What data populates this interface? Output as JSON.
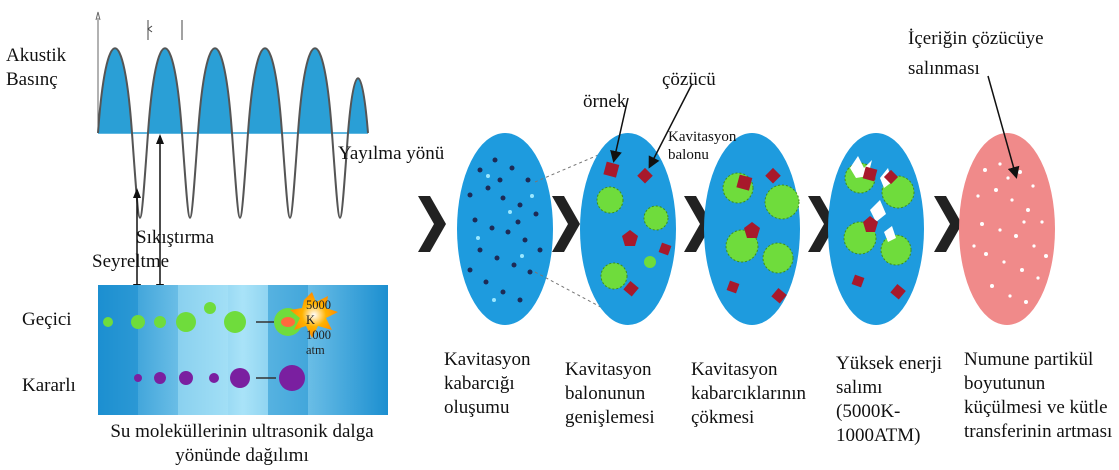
{
  "left_panel": {
    "pressure_label": "Akustik Basınç",
    "compression_label": "Sıkıştırma",
    "rarefaction_label": "Seyreltme",
    "transient_label": "Geçici",
    "stable_label": "Kararlı",
    "temp_burst_text": "5000 K 1000 atm",
    "caption": "Su moleküllerinin ultrasonik dalga yönünde dağılımı"
  },
  "propagation_label": "Yayılma yönü",
  "annotations": {
    "sample": "örnek",
    "solvent": "çözücü",
    "bubble": "Kavitasyon balonu",
    "release": "İçeriğin çözücüye salınması"
  },
  "stages": [
    {
      "caption": "Kavitasyon kabarcığı oluşumu"
    },
    {
      "caption": "Kavitasyon balonunun genişlemesi"
    },
    {
      "caption": "Kavitasyon kabarcıklarının çökmesi"
    },
    {
      "caption": "Yüksek enerji salımı (5000K-1000ATM)"
    },
    {
      "caption": "Numune partikül boyutunun küçülmesi ve kütle transferinin artması"
    }
  ],
  "colors": {
    "wave_fill": "#2a9fd6",
    "circle": "#1e9bde",
    "bubble": "#6fdc3c",
    "particle": "#a8192b",
    "final_circle": "#f08a8a",
    "chevron": "#222222"
  }
}
